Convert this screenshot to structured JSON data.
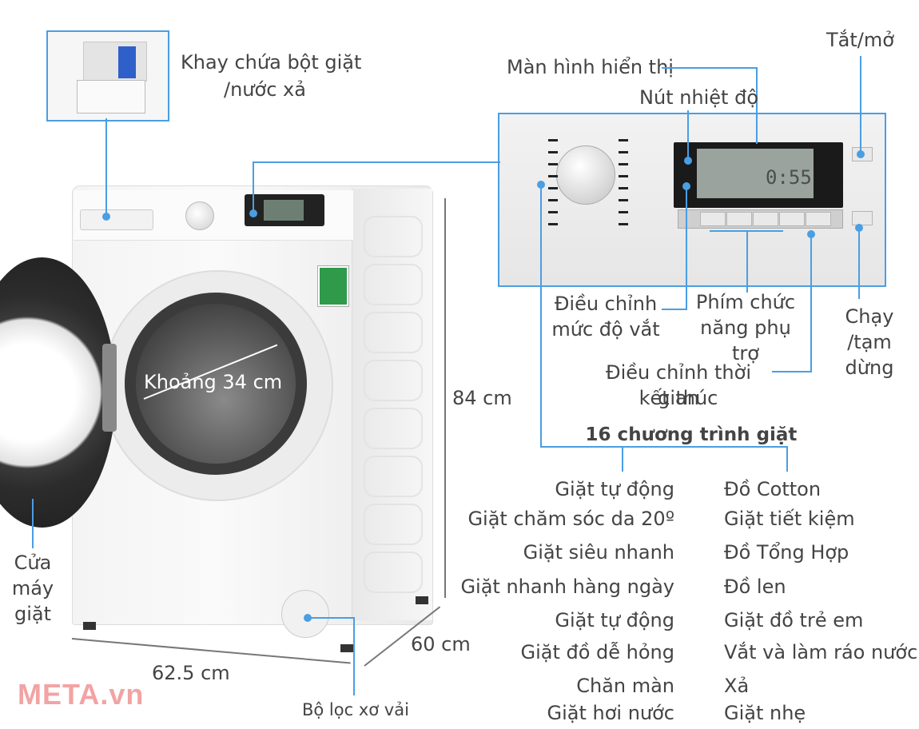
{
  "labels": {
    "detergent_tray": [
      "Khay chứa bột giặt",
      "/nước xả"
    ],
    "display": "Màn hình hiển thị",
    "temp_button": "Nút nhiệt độ",
    "power": "Tắt/mở",
    "spin_adjust": [
      "Điều chỉnh",
      "mức độ vắt"
    ],
    "aux_function": [
      "Phím chức",
      "năng phụ trợ"
    ],
    "start_pause": [
      "Chạy",
      "/tạm dừng"
    ],
    "end_time": [
      "Điều chỉnh thời gian",
      "kết thúc"
    ],
    "door": [
      "Cửa",
      "máy",
      "giặt"
    ],
    "filter": "Bộ lọc xơ vải",
    "drum_diameter": "Khoảng 34 cm",
    "height": "84 cm",
    "depth": "60 cm",
    "width": "62.5 cm"
  },
  "programs": {
    "title": "16 chương trình giặt",
    "left": [
      "Giặt tự động",
      "Giặt chăm sóc da 20º",
      "Giặt siêu nhanh",
      "Giặt nhanh hàng ngày",
      "Giặt tự động",
      "Giặt đồ dễ hỏng",
      "Chăn màn",
      "Giặt hơi nước"
    ],
    "right": [
      "Đồ Cotton",
      "Giặt tiết kiệm",
      "Đồ Tổng Hợp",
      "Đồ len",
      "Giặt đồ trẻ em",
      "Vắt và làm ráo nước",
      "Xả",
      "Giặt nhẹ"
    ]
  },
  "panel_display": "0:55",
  "brand": "META.vn",
  "colors": {
    "callout": "#4a9ee3",
    "brand": "#f2a3a3"
  }
}
